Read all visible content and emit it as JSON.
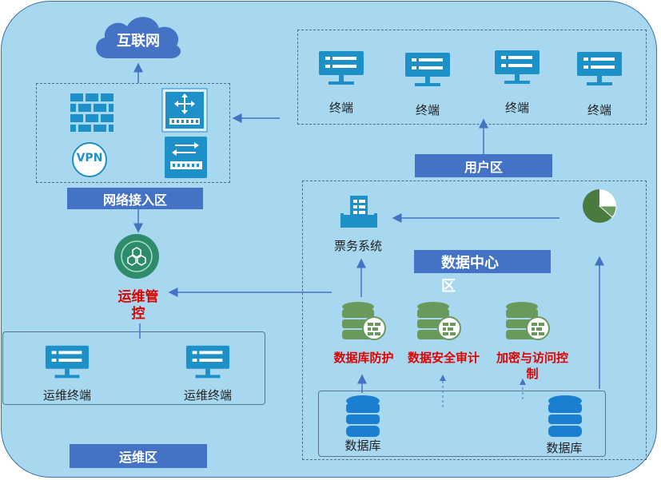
{
  "internet": {
    "label": "互联网"
  },
  "zones": {
    "network_access": "网络接入区",
    "user": "用户区",
    "datacenter": "数据中心区",
    "ops": "运维区"
  },
  "user_zone": {
    "terminals": [
      "终端",
      "终端",
      "终端",
      "终端"
    ]
  },
  "network_zone": {
    "vpn_text": "VPN"
  },
  "ops_mgmt": {
    "label_line1": "运维管",
    "label_line2": "控"
  },
  "ops_zone": {
    "terminals": [
      "运维终端",
      "运维终端"
    ]
  },
  "datacenter_zone": {
    "ticket_system": "票务系统",
    "title_line1": "数据中心",
    "title_line2": "区",
    "security": [
      "数据库防护",
      "数据安全审计"
    ],
    "access_control_line1": "加密与访问控",
    "access_control_line2": "制",
    "databases": [
      "数据库",
      "数据库"
    ]
  },
  "colors": {
    "background": "#a8d8f0",
    "accent": "#4472c4",
    "icon_teal": "#1e90c8",
    "db_green": "#6a9a5b",
    "alert_red": "#e00000"
  }
}
